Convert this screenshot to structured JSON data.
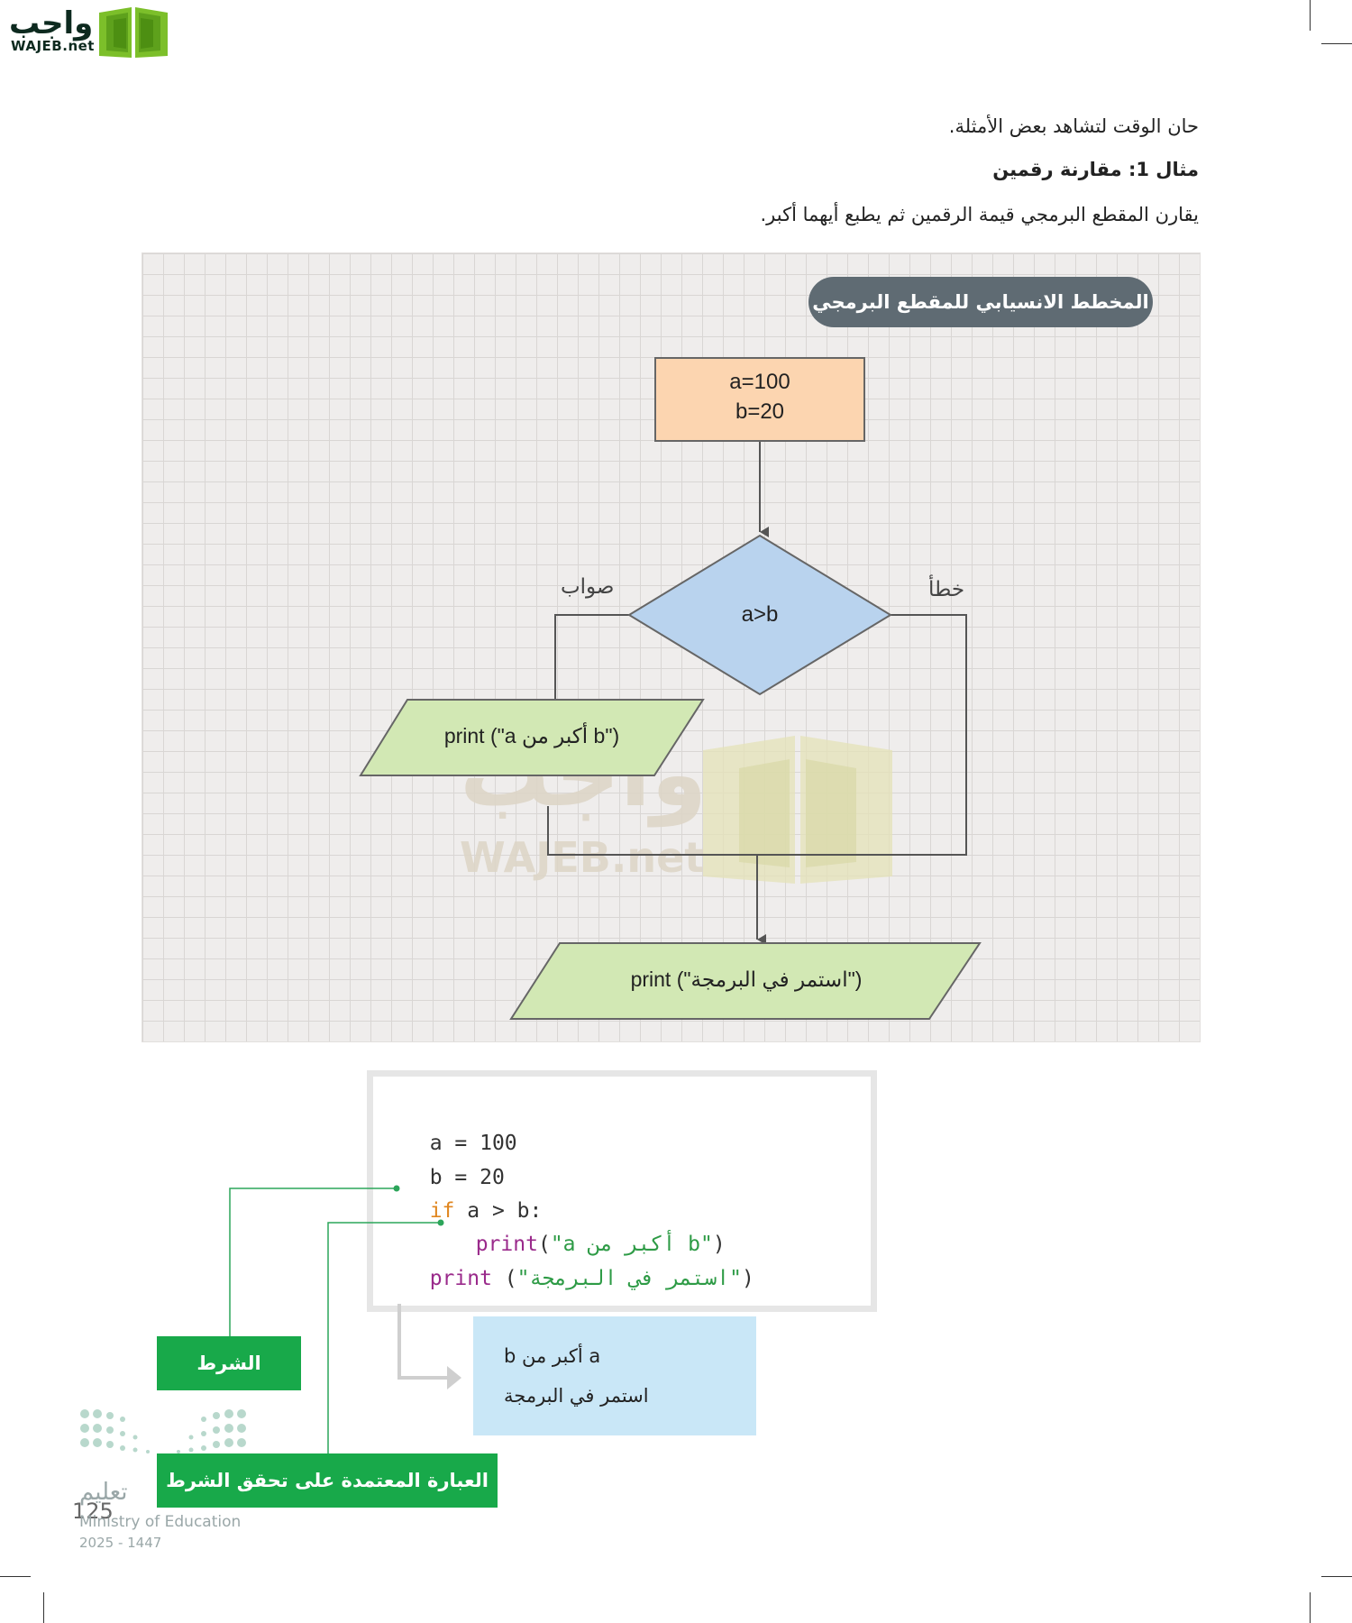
{
  "logo": {
    "arabic": "واجب",
    "latin": "WAJEB.net"
  },
  "intro": {
    "line1": "حان الوقت لتشاهد بعض الأمثلة.",
    "heading": "مثال 1: مقارنة رقمين",
    "line3": "يقارن المقطع البرمجي قيمة الرقمين ثم يطبع أيهما أكبر."
  },
  "flowchart": {
    "title": "المخطط الانسيابي للمقطع البرمجي",
    "init_a": "a=100",
    "init_b": "b=20",
    "condition": "a>b",
    "true_label": "صواب",
    "false_label": "خطأ",
    "true_action": "print (\"a أكبر من b\")",
    "final_action": "print (\"استمر في البرمجة\")"
  },
  "watermark": {
    "arabic": "واجب",
    "latin": "WAJEB.net"
  },
  "code": {
    "l1_var": "a",
    "l1_op": " = ",
    "l1_val": "100",
    "l2_var": "b",
    "l2_op": " = ",
    "l2_val": "20",
    "l3_kw": "if",
    "l3_rest": " a > b:",
    "l4_fn": "print",
    "l4_open": "(",
    "l4_str": "\"a أكبر من b\"",
    "l4_close": ")",
    "l5_fn": "print",
    "l5_open": " (",
    "l5_str": "\"استمر في البرمجة\"",
    "l5_close": ")"
  },
  "output": {
    "line1": "a أكبر من b",
    "line2": "استمر في البرمجة"
  },
  "labels": {
    "condition": "الشرط",
    "statement": "العبارة المعتمدة على تحقق الشرط"
  },
  "footer": {
    "arabic": "تعليم",
    "page_number": "125",
    "ministry": "Ministry of Education",
    "year": "2025 - 1447"
  },
  "colors": {
    "init_box": "#fcd5b0",
    "decision": "#b9d3ee",
    "io": "#d2e8b4",
    "label_green": "#18a94a",
    "output_bg": "#c9e7f7"
  }
}
